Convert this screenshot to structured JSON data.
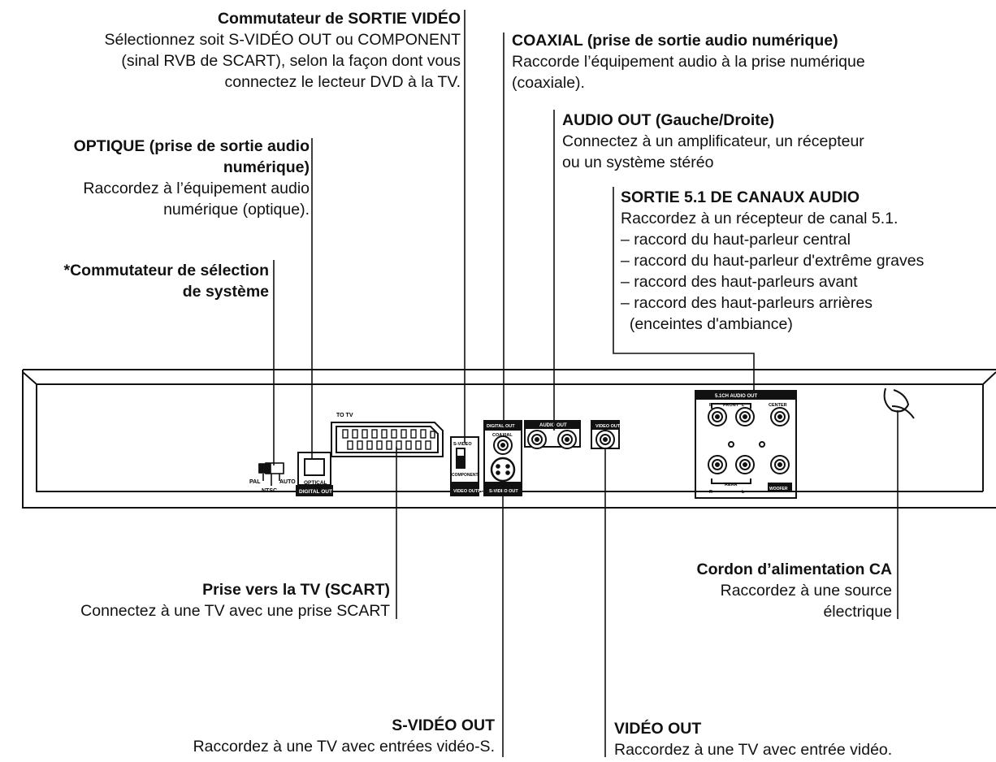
{
  "labels": {
    "video_switch": {
      "title": "Commutateur de SORTIE VIDÉO",
      "lines": [
        "Sélectionnez soit S-VIDÉO OUT ou COMPONENT",
        "(sinal RVB de SCART), selon la façon dont vous",
        "connectez le lecteur DVD à la TV."
      ]
    },
    "coaxial": {
      "title": "COAXIAL (prise de sortie audio numérique)",
      "lines": [
        "Raccorde l’équipement audio à la prise numérique",
        "(coaxiale)."
      ]
    },
    "audio_out": {
      "title": "AUDIO OUT (Gauche/Droite)",
      "lines": [
        "Connectez à un amplificateur, un récepteur",
        "ou un système stéréo"
      ]
    },
    "optical": {
      "title_line1": "OPTIQUE (prise de sortie audio",
      "title_line2": "numérique)",
      "lines": [
        "Raccordez à l’équipement audio",
        "numérique (optique)."
      ]
    },
    "surround": {
      "title": "SORTIE 5.1 DE CANAUX AUDIO",
      "lines": [
        "Raccordez à un récepteur de canal 5.1.",
        "– raccord du haut-parleur central",
        "– raccord du haut-parleur d'extrême graves",
        "– raccord des haut-parleurs avant",
        "– raccord des haut-parleurs arrières",
        "  (enceintes d'ambiance)"
      ]
    },
    "system_switch": {
      "title_line1": "*Commutateur de sélection",
      "title_line2": "de système"
    },
    "scart": {
      "title": "Prise vers la TV (SCART)",
      "lines": [
        "Connectez à une TV avec une prise SCART"
      ]
    },
    "power_cord": {
      "title": "Cordon d’alimentation CA",
      "lines": [
        "Raccordez à une source",
        "électrique"
      ]
    },
    "svideo_out": {
      "title": "S-VIDÉO OUT",
      "lines": [
        "Raccordez à une TV avec entrées vidéo-S."
      ]
    },
    "video_out": {
      "title": "VIDÉO OUT",
      "lines": [
        "Raccordez à une TV avec entrée vidéo."
      ]
    }
  },
  "panel": {
    "to_tv": "TO TV",
    "pal": "PAL",
    "ntsc": "NTSC",
    "auto": "AUTO",
    "optical": "OPTICAL",
    "digital_out": "DIGITAL OUT",
    "s_video": "S-VIDEO",
    "component": "COMPONENT",
    "video_output": "VIDEO OUTPUT",
    "digital_out_top": "DIGITAL OUT",
    "coaxial": "COAXIAL",
    "audio_out": "AUDIO OUT",
    "r": "R",
    "l": "L",
    "svideo_out": "S-VIDEO OUT",
    "video_out": "VIDEO OUT",
    "ch_audio_out": "5.1CH AUDIO OUT",
    "front": "FRONT",
    "center": "CENTER",
    "rear": "REAR",
    "woofer": "WOOFER"
  }
}
